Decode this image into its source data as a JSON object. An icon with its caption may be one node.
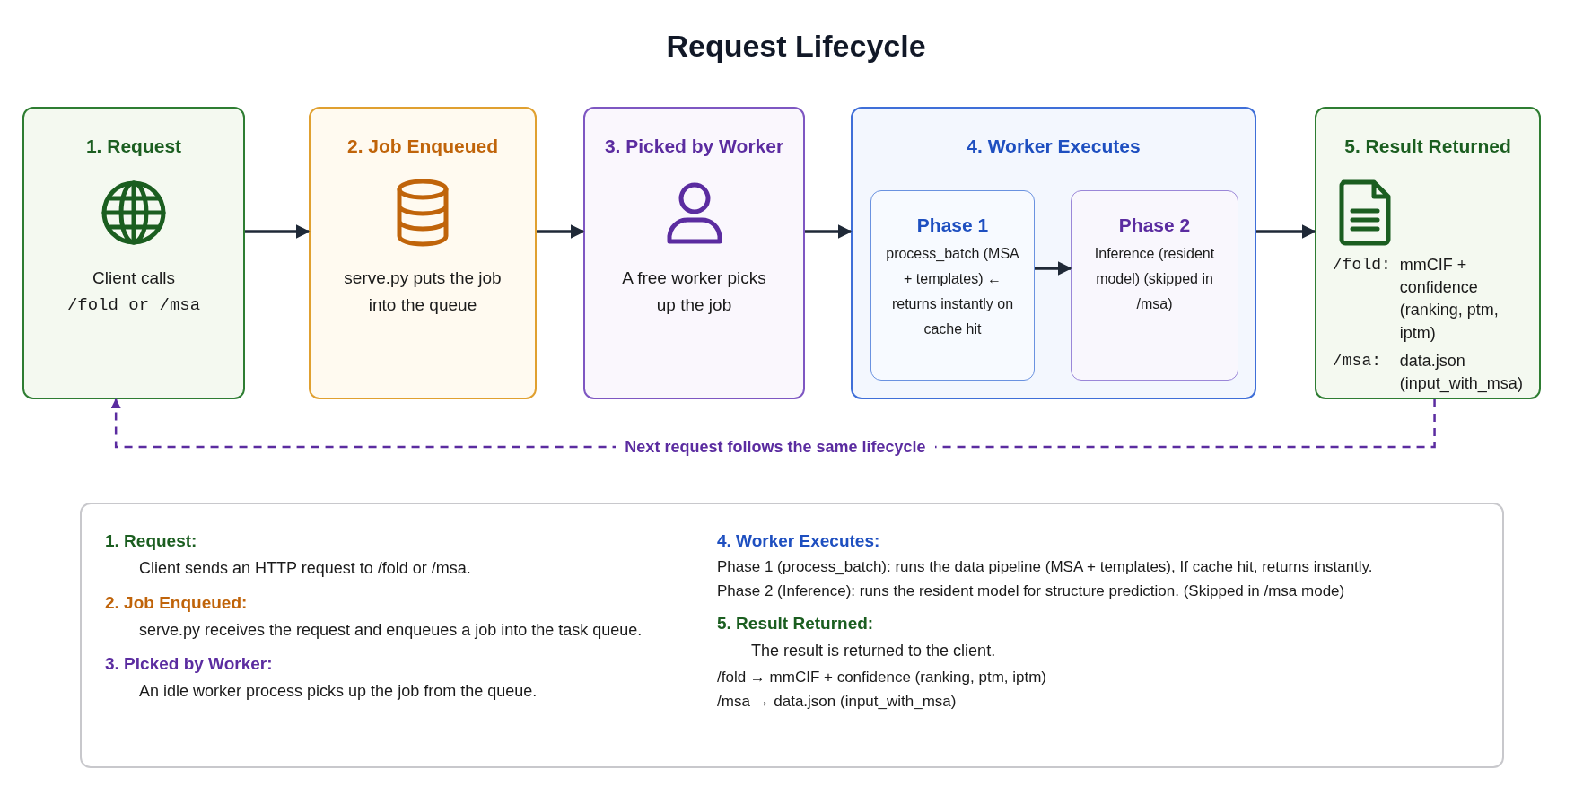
{
  "diagram": {
    "title": "Request Lifecycle",
    "nodes": [
      {
        "text": [
          "1. Request",
          "Client calls",
          "/fold or /msa"
        ]
      },
      {
        "text": [
          "2. Job Enqueued",
          "serve.py puts the job into the queue"
        ]
      },
      {
        "text": [
          "3. Picked by Worker",
          "A free worker picks up the job"
        ]
      },
      {
        "text": [
          "4. Worker Executes"
        ]
      },
      {
        "text": [
          "Phase 1",
          "process_batch (MSA + templates) ← returns instantly on cache hit"
        ],
        "in": 3
      },
      {
        "text": [
          "Phase 2",
          "Inference (resident model) (skipped in /msa)"
        ],
        "in": 3
      },
      {
        "text": [
          "5. Result Returned",
          "/fold:",
          "mmCIF + confidence (ranking, ptm, iptm)",
          "/msa:",
          "data.json (input_with_msa)"
        ]
      },
      {
        "text": [
          "1. Request:",
          "Client sends an HTTP request to /fold or /msa.",
          "2. Job Enqueued:",
          "serve.py receives the request and enqueues a job into the task queue.",
          "3. Picked by Worker:",
          "An idle worker process picks up the job from the queue.",
          "4. Worker Executes:",
          "Phase 1 (process_batch): runs the data pipeline (MSA + templates), If cache hit, returns instantly.",
          "Phase 2 (Inference): runs the resident model for structure prediction. (Skipped in /msa mode)",
          "5. Result Returned:",
          "The result is returned to the client.",
          "/fold → mmCIF + confidence (ranking, ptm, iptm)",
          "/msa → data.json (input_with_msa)"
        ]
      }
    ],
    "edges": [
      {
        "from": 0,
        "to": 1,
        "arrow": "to"
      },
      {
        "from": 1,
        "to": 2,
        "arrow": "to"
      },
      {
        "from": 2,
        "to": 3,
        "arrow": "to"
      },
      {
        "from": 4,
        "to": 5,
        "arrow": "to"
      },
      {
        "from": 3,
        "to": 6,
        "arrow": "to"
      },
      {
        "from": 6,
        "to": 0,
        "arrow": "to",
        "label": "Next request follows the same lifecycle",
        "style": "dashed",
        "color": "#5b2ca0"
      }
    ]
  }
}
